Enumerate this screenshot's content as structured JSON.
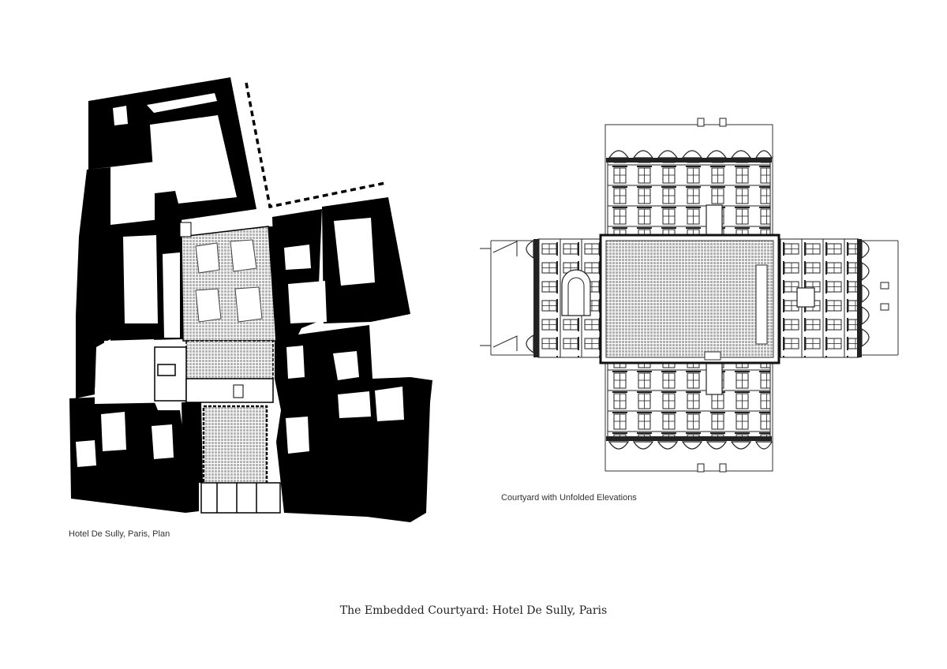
{
  "sheet": {
    "title": "The Embedded Courtyard: Hotel De Sully, Paris"
  },
  "plan": {
    "caption": "Hotel De Sully, Paris, Plan"
  },
  "elevation": {
    "caption": "Courtyard with Unfolded Elevations"
  },
  "colors": {
    "solid": "#000000",
    "paper": "#ffffff",
    "paving": "#bdbdbd",
    "line": "#222222"
  }
}
